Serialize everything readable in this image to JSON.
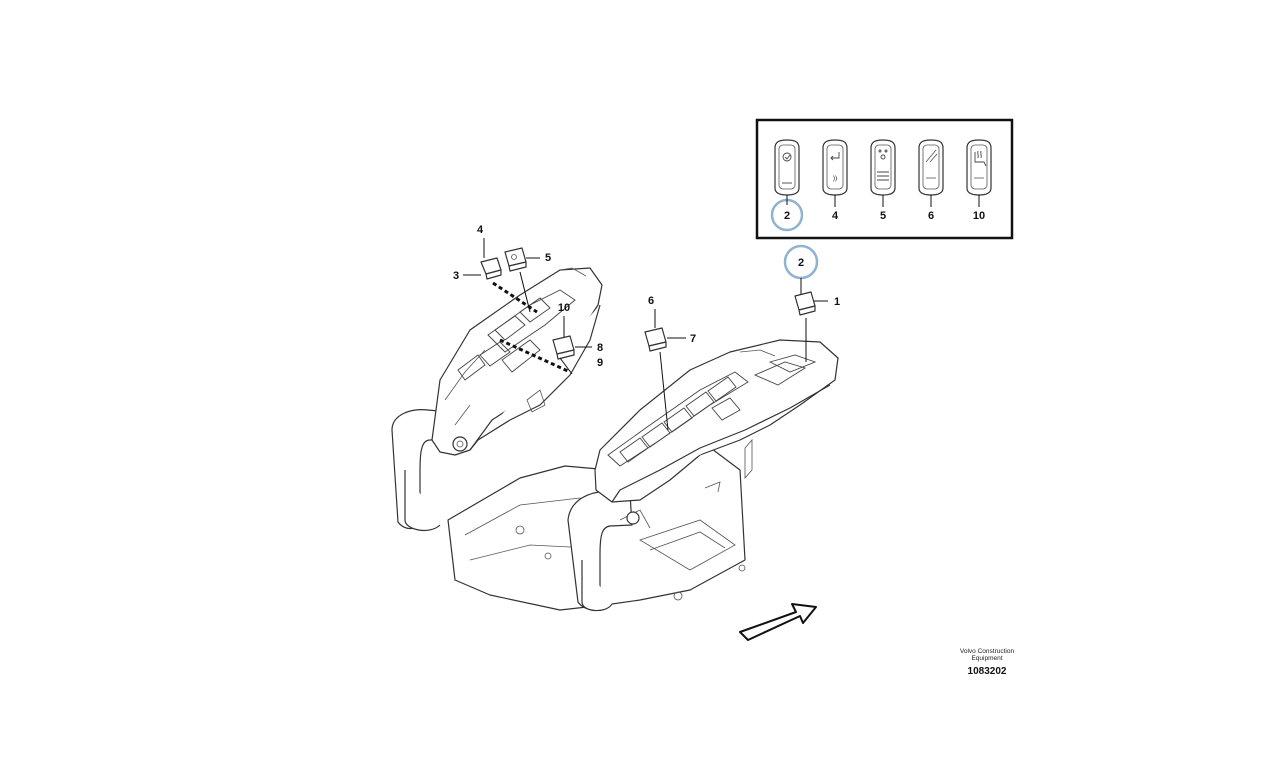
{
  "inset": {
    "switches": [
      {
        "label": "2",
        "icon": "seat-belt-icon",
        "highlighted": true
      },
      {
        "label": "4",
        "icon": "return-arrow-icon",
        "highlighted": false
      },
      {
        "label": "5",
        "icon": "seat-heater-icon",
        "highlighted": false
      },
      {
        "label": "6",
        "icon": "wiper-icon",
        "highlighted": false
      },
      {
        "label": "10",
        "icon": "heated-seat-icon",
        "highlighted": false
      }
    ]
  },
  "callouts": {
    "left": [
      "4",
      "5",
      "3",
      "10",
      "8",
      "9"
    ],
    "right": [
      "6",
      "7",
      "2",
      "1"
    ]
  },
  "highlight_color": "#8fb3d1",
  "credit": {
    "line1": "Volvo Construction",
    "line2": "Equipment",
    "doc_number": "1083202"
  }
}
